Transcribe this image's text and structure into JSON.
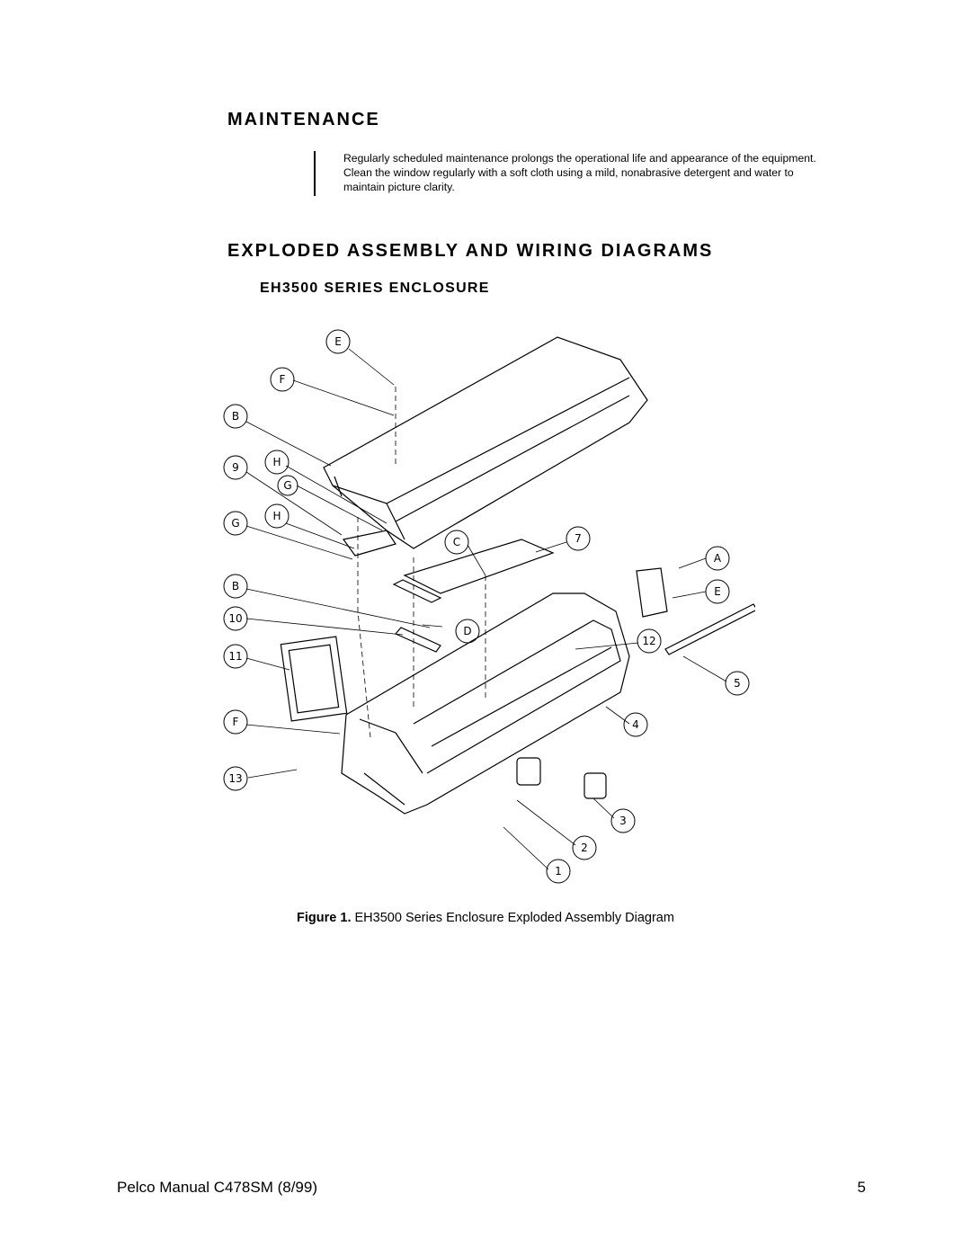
{
  "maintenance": {
    "heading": "MAINTENANCE",
    "body": "Regularly scheduled maintenance prolongs the operational life and appearance of the equipment. Clean the window regularly with a soft cloth using a mild, nonabrasive detergent and water to maintain picture clarity."
  },
  "diagrams": {
    "heading": "EXPLODED ASSEMBLY AND WIRING DIAGRAMS",
    "subheading": "EH3500 SERIES ENCLOSURE"
  },
  "figure": {
    "callouts": [
      "E",
      "F",
      "B",
      "9",
      "H",
      "G",
      "G",
      "H",
      "B",
      "10",
      "11",
      "F",
      "13",
      "C",
      "7",
      "D",
      "A",
      "E",
      "12",
      "5",
      "4",
      "3",
      "2",
      "1"
    ],
    "caption_label": "Figure 1.",
    "caption_text": "EH3500 Series Enclosure Exploded Assembly Diagram"
  },
  "footer": {
    "left": "Pelco Manual C478SM (8/99)",
    "page_number": "5"
  }
}
